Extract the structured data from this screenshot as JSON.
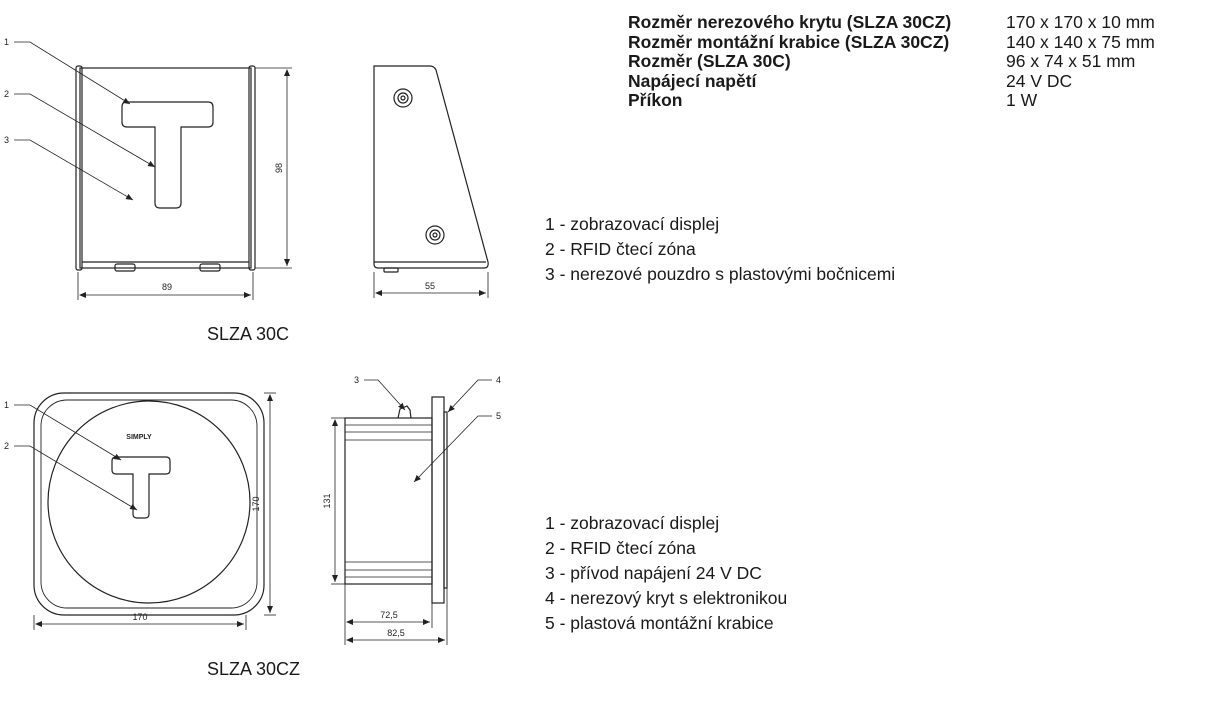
{
  "specs": [
    {
      "label": "Rozměr nerezového krytu (SLZA 30CZ)",
      "value": "170 x 170 x 10 mm"
    },
    {
      "label": "Rozměr montážní krabice (SLZA 30CZ)",
      "value": "140 x 140 x 75 mm"
    },
    {
      "label": "Rozměr (SLZA 30C)",
      "value": "96 x 74 x 51 mm"
    },
    {
      "label": "Napájecí napětí",
      "value": "24 V DC"
    },
    {
      "label": "Příkon",
      "value": "1 W"
    }
  ],
  "slza30c": {
    "model": "SLZA 30C",
    "legend": [
      "1 - zobrazovací displej",
      "2 - RFID čtecí zóna",
      "3 - nerezové pouzdro s plastovými bočnicemi"
    ],
    "callouts": [
      "1",
      "2",
      "3"
    ],
    "dims": {
      "height": "98",
      "width": "89",
      "depth": "55"
    }
  },
  "slza30cz": {
    "model": "SLZA 30CZ",
    "legend": [
      "1 - zobrazovací displej",
      "2 - RFID čtecí zóna",
      "3 - přívod napájení 24 V DC",
      "4 - nerezový kryt s elektronikou",
      "5 - plastová montážní krabice"
    ],
    "callouts": [
      "1",
      "2",
      "3",
      "4",
      "5"
    ],
    "dims": {
      "height": "170",
      "width": "170",
      "box_height": "131",
      "box_depth": "72,5",
      "total_depth": "82,5"
    },
    "logo_text": "SIMPLY"
  },
  "colors": {
    "line": "#222222",
    "text": "#1a1a1a",
    "background": "#ffffff"
  }
}
